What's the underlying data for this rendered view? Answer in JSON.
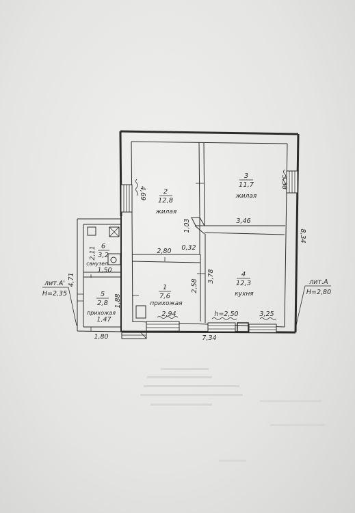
{
  "rooms": [
    {
      "id": "1",
      "area": "7,6",
      "name": "прихожая"
    },
    {
      "id": "2",
      "area": "12,8",
      "name": "жилая"
    },
    {
      "id": "3",
      "area": "11,7",
      "name": "жилая"
    },
    {
      "id": "4",
      "area": "12,3",
      "name": "кухня"
    },
    {
      "id": "5",
      "area": "2,8",
      "name": "прихожая"
    },
    {
      "id": "6",
      "area": "3,2",
      "name": "санузел"
    }
  ],
  "dimensions": {
    "d_4_69": "4,69",
    "d_3_38": "3,38",
    "d_3_46": "3,46",
    "d_1_03": "1,03",
    "d_0_32": "0,32",
    "d_8_34": "8,34",
    "d_2_80": "2,80",
    "d_2_58": "2,58",
    "d_3_78": "3,78",
    "d_2_94": "2,94",
    "d_h_2_50": "h=2,50",
    "d_3_25": "3,25",
    "d_7_34": "7,34",
    "d_2_11": "2,11",
    "d_1_50": "1,50",
    "d_4_71": "4,71",
    "d_1_88": "1,88",
    "d_1_47": "1,47",
    "d_1_80": "1,80"
  },
  "callouts": {
    "left_title": "лит.А'",
    "left_height": "H=2,35",
    "right_title": "лит.А",
    "right_height": "H=2,80"
  }
}
